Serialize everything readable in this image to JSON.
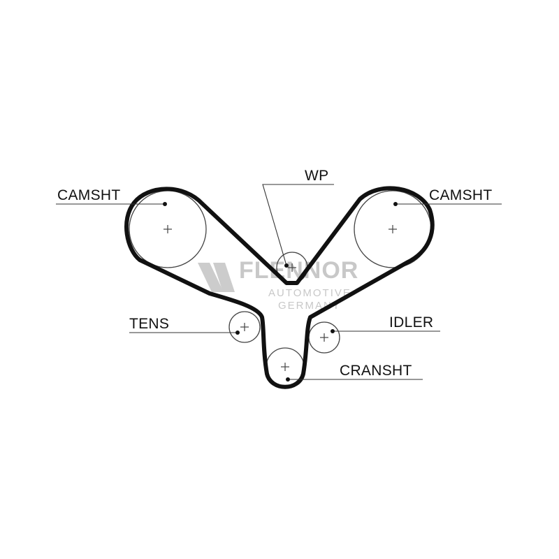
{
  "labels": {
    "camshaft_left": "CAMSHT",
    "camshaft_right": "CAMSHT",
    "water_pump": "WP",
    "tensioner": "TENS",
    "idler": "IDLER",
    "crankshaft": "CRANSHT"
  },
  "watermark": {
    "brand": "FLENNOR",
    "line1": "AUTOMOTIVE",
    "line2": "GERMANY"
  },
  "colors": {
    "belt": "#111111",
    "pulley": "#444444",
    "watermark": "#c8c8c8"
  }
}
